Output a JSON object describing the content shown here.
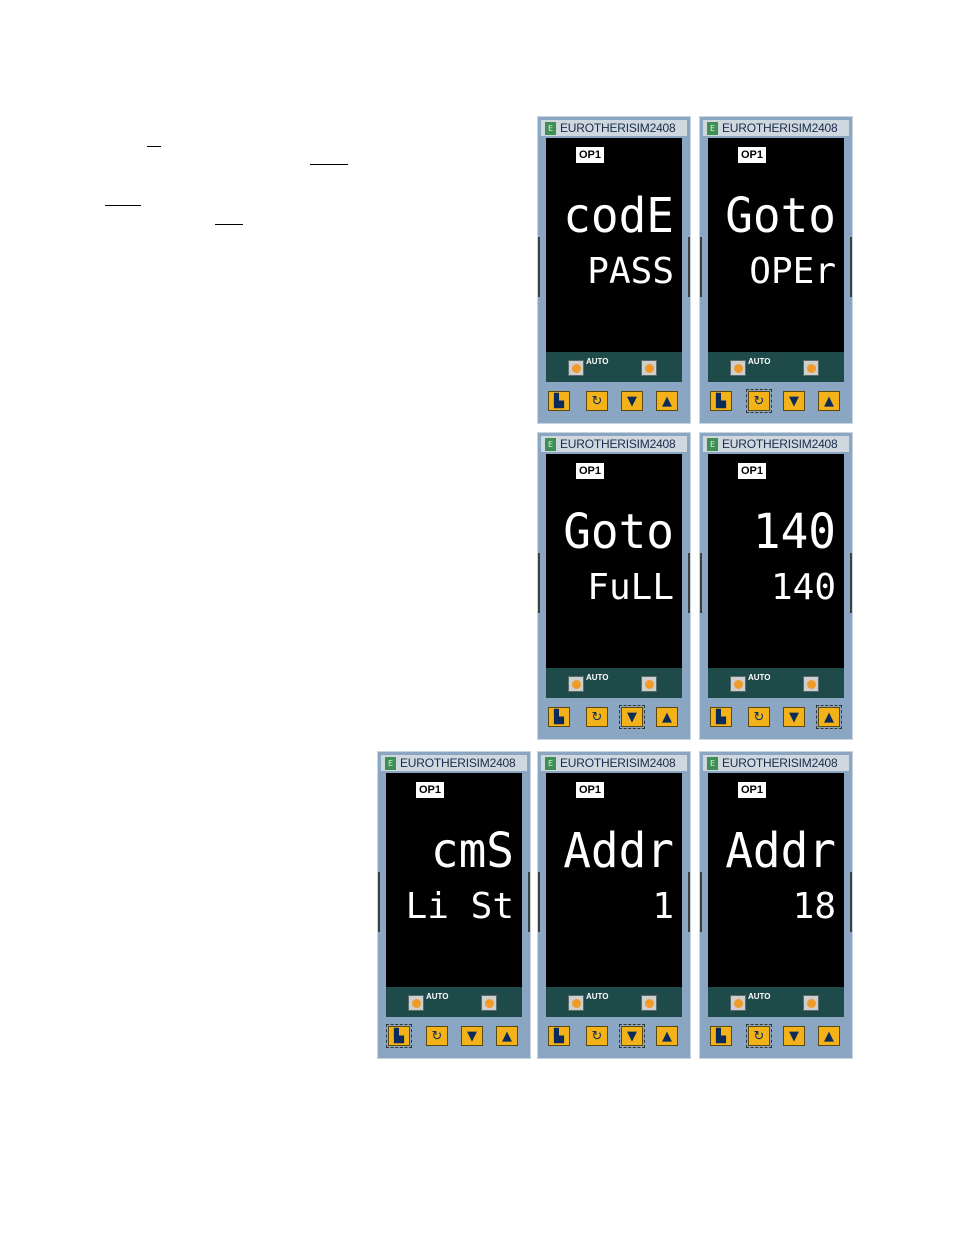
{
  "panels": [
    {
      "brand": "EUROTHERISIM2408",
      "logo": "E",
      "op": "OP1",
      "upper": "codE",
      "lower": "PASS",
      "auto": "AUTO",
      "keys": {
        "page": "page-icon",
        "scroll": "scroll-icon",
        "down": "down-arrow-icon",
        "up": "up-arrow-icon"
      }
    },
    {
      "brand": "EUROTHERISIM2408",
      "logo": "E",
      "op": "OP1",
      "upper": "Goto",
      "lower": "OPEr",
      "auto": "AUTO"
    },
    {
      "brand": "EUROTHERISIM2408",
      "logo": "E",
      "op": "OP1",
      "upper": "Goto",
      "lower": "FuLL",
      "auto": "AUTO"
    },
    {
      "brand": "EUROTHERISIM2408",
      "logo": "E",
      "op": "OP1",
      "upper": "140",
      "lower": "140",
      "auto": "AUTO"
    },
    {
      "brand": "EUROTHERISIM2408",
      "logo": "E",
      "op": "OP1",
      "upper": "cmS",
      "lower": "Li St",
      "auto": "AUTO"
    },
    {
      "brand": "EUROTHERISIM2408",
      "logo": "E",
      "op": "OP1",
      "upper": "Addr",
      "lower": "1",
      "auto": "AUTO"
    },
    {
      "brand": "EUROTHERISIM2408",
      "logo": "E",
      "op": "OP1",
      "upper": "Addr",
      "lower": "18",
      "auto": "AUTO"
    }
  ],
  "icons": {
    "page": "▙",
    "scroll": "↻",
    "down": "▼",
    "up": "▲"
  },
  "colors": {
    "panel": "#8aa6c2",
    "display": "#000000",
    "strip": "#1f4a4a",
    "key": "#f3b21a",
    "led": "#f09a2a"
  }
}
